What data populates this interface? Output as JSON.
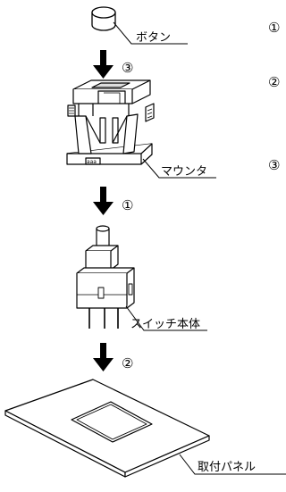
{
  "labels": {
    "button": "ボタン",
    "mounter": "マウンタ",
    "switch_body": "スイッチ本体",
    "panel": "取付パネル"
  },
  "steps": {
    "step_top": "③",
    "step_middle": "①",
    "step_bottom": "②"
  },
  "side_list": {
    "item1": "①",
    "item2": "②",
    "item3": "③"
  }
}
